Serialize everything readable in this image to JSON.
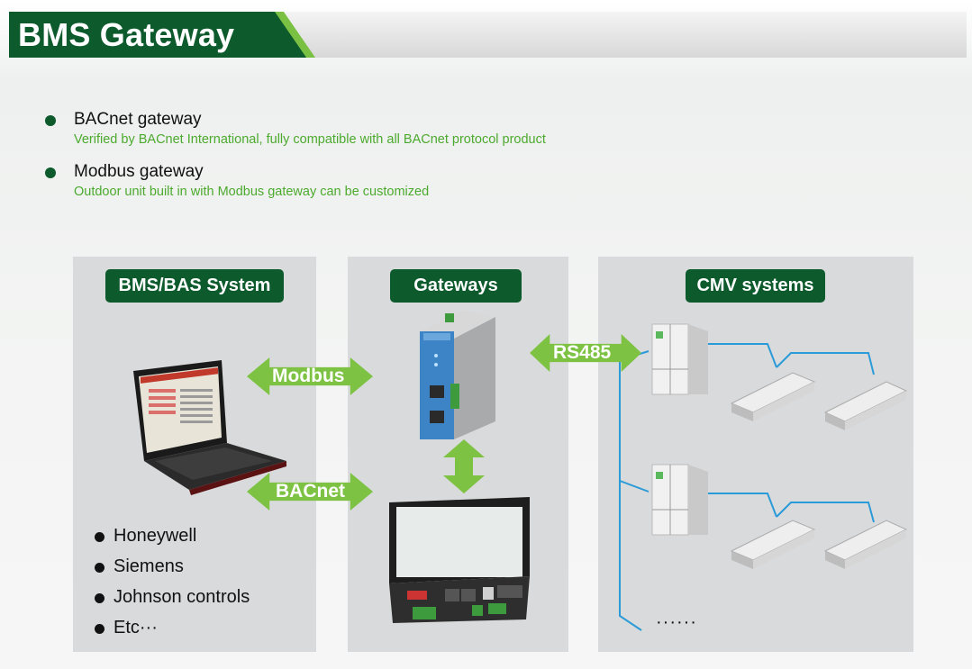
{
  "header": {
    "title": "BMS Gateway"
  },
  "features": [
    {
      "title": "BACnet gateway",
      "description": "Verified by BACnet International, fully compatible with all BACnet protocol product"
    },
    {
      "title": "Modbus gateway",
      "description": "Outdoor unit built in with Modbus gateway can be customized"
    }
  ],
  "panels": {
    "bms": {
      "label": "BMS/BAS System",
      "brands": [
        "Honeywell",
        "Siemens",
        "Johnson controls",
        "Etc···"
      ]
    },
    "gateways": {
      "label": "Gateways"
    },
    "cmv": {
      "label": "CMV systems",
      "more": "······"
    }
  },
  "arrows": {
    "modbus": "Modbus",
    "bacnet": "BACnet",
    "rs485": "RS485"
  },
  "colors": {
    "dark_green": "#0d5a2c",
    "light_green": "#7dc243",
    "desc_green": "#4caa2e",
    "wire_blue": "#2a9ad8",
    "panel_gray": "#d9dadb"
  },
  "icons": [
    "laptop-icon",
    "gateway-device-icon",
    "controller-panel-icon",
    "outdoor-unit-icon",
    "indoor-cassette-icon"
  ]
}
